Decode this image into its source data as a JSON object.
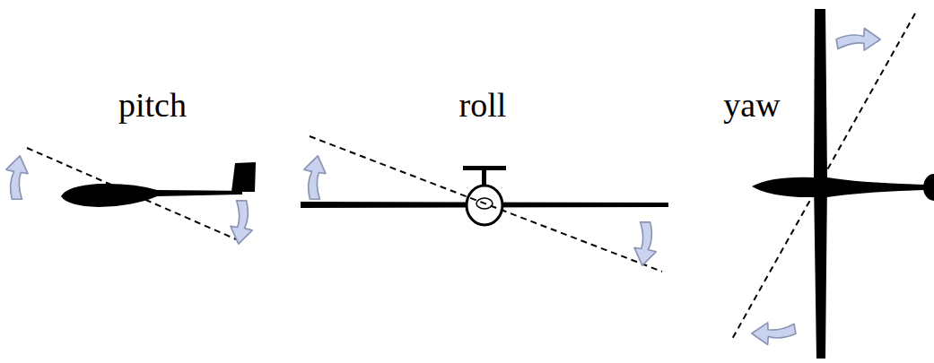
{
  "diagram": {
    "labels": [
      "pitch",
      "roll",
      "yaw"
    ]
  }
}
